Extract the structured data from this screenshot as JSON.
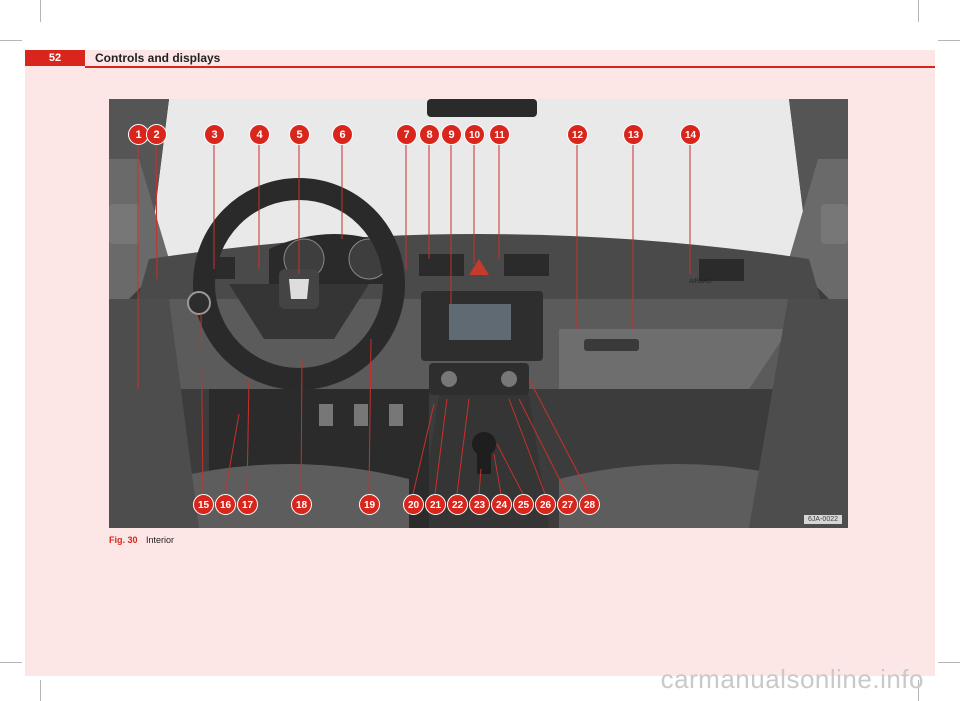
{
  "header": {
    "page_number": "52",
    "section_title": "Controls and displays"
  },
  "figure": {
    "caption_number": "Fig. 30",
    "caption_text": "Interior",
    "image_code": "6JA-0022",
    "airbag_text": "AIRBAG",
    "top_callouts": [
      "1",
      "2",
      "3",
      "4",
      "5",
      "6",
      "7",
      "8",
      "9",
      "10",
      "11",
      "12",
      "13",
      "14"
    ],
    "bottom_callouts": [
      "15",
      "16",
      "17",
      "18",
      "19",
      "20",
      "21",
      "22",
      "23",
      "24",
      "25",
      "26",
      "27",
      "28"
    ]
  },
  "watermark": "carmanualsonline.info"
}
